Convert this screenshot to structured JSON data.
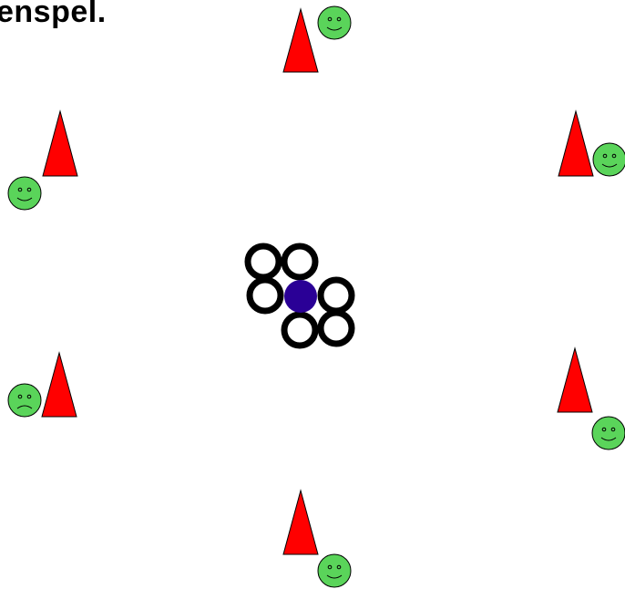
{
  "title": "enspel.",
  "colors": {
    "cone": "#ff0000",
    "face": "#5ad45a",
    "ring": "#000000",
    "center_ball": "#2a0096",
    "background": "#ffffff"
  },
  "icons": {
    "cone": "cone-icon",
    "happy_face": "smiley-happy-icon",
    "sad_face": "smiley-sad-icon",
    "ring": "ring-icon",
    "ball": "ball-icon"
  },
  "stations": [
    {
      "name": "top",
      "face": "happy"
    },
    {
      "name": "top-right",
      "face": "happy"
    },
    {
      "name": "bottom-right",
      "face": "happy"
    },
    {
      "name": "bottom",
      "face": "happy"
    },
    {
      "name": "bottom-left",
      "face": "sad"
    },
    {
      "name": "top-left",
      "face": "happy"
    }
  ],
  "center": {
    "ring_count": 6
  }
}
